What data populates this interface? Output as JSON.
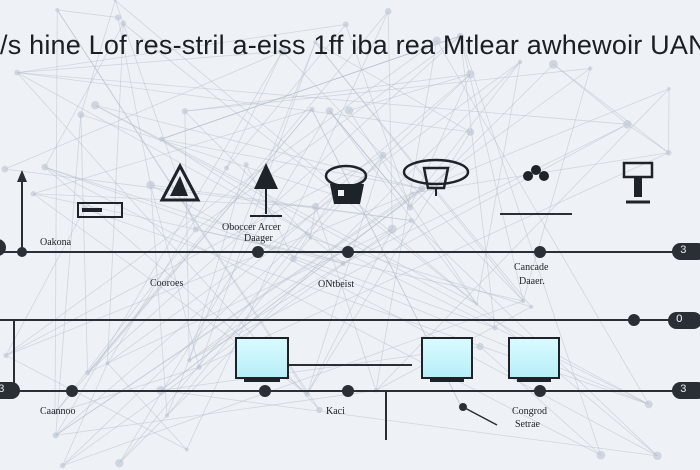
{
  "title": "/s hine Lof res-stril a-eiss 1ff iba rea Mtlear awhewoir UAN",
  "labels": {
    "l1": "Oakona",
    "l2": "Oboccer Arcer",
    "l2b": "Daager",
    "l3": "Cooroes",
    "l4": "ONtbeist",
    "l5": "Cancade",
    "l5b": "Daaer.",
    "l6": "Caannoo",
    "l7": "Kaci",
    "l8": "Congrod",
    "l8b": "Setrae"
  },
  "pills": {
    "p1": "",
    "p2": "3",
    "p3": "O",
    "p4": "3",
    "p5": "3"
  },
  "icons": [
    "bar-icon",
    "pyramid-icon",
    "lamp-icon",
    "cooking-pot-icon",
    "gauge-icon",
    "dots-icon",
    "tower-icon"
  ],
  "colors": {
    "line": "#2a2f36",
    "web": "#aab4c2",
    "screen": "#c4f3fb"
  }
}
